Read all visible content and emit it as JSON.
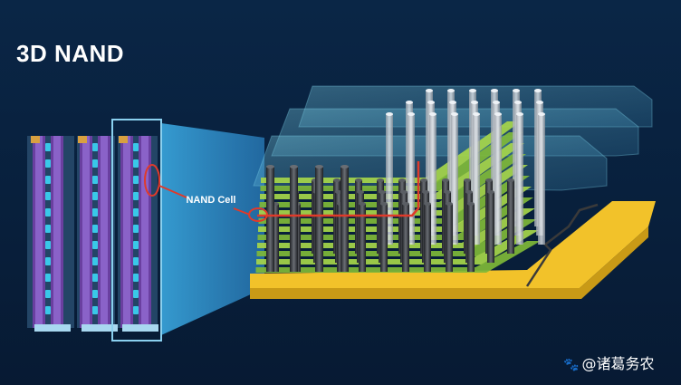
{
  "title": "3D NAND",
  "cell_label": "NAND Cell",
  "watermark": {
    "icon": "paw-icon",
    "text": "@诸葛务农"
  },
  "colors": {
    "background": "#0a2646",
    "substrate": "#f2c22a",
    "layers_green": "#a6d64a",
    "string_purple": "#6a3fa0",
    "highlight_red": "#e03a2a",
    "cell_cyan": "#39c8e8",
    "funnel_blue": "#3fa0d8"
  }
}
